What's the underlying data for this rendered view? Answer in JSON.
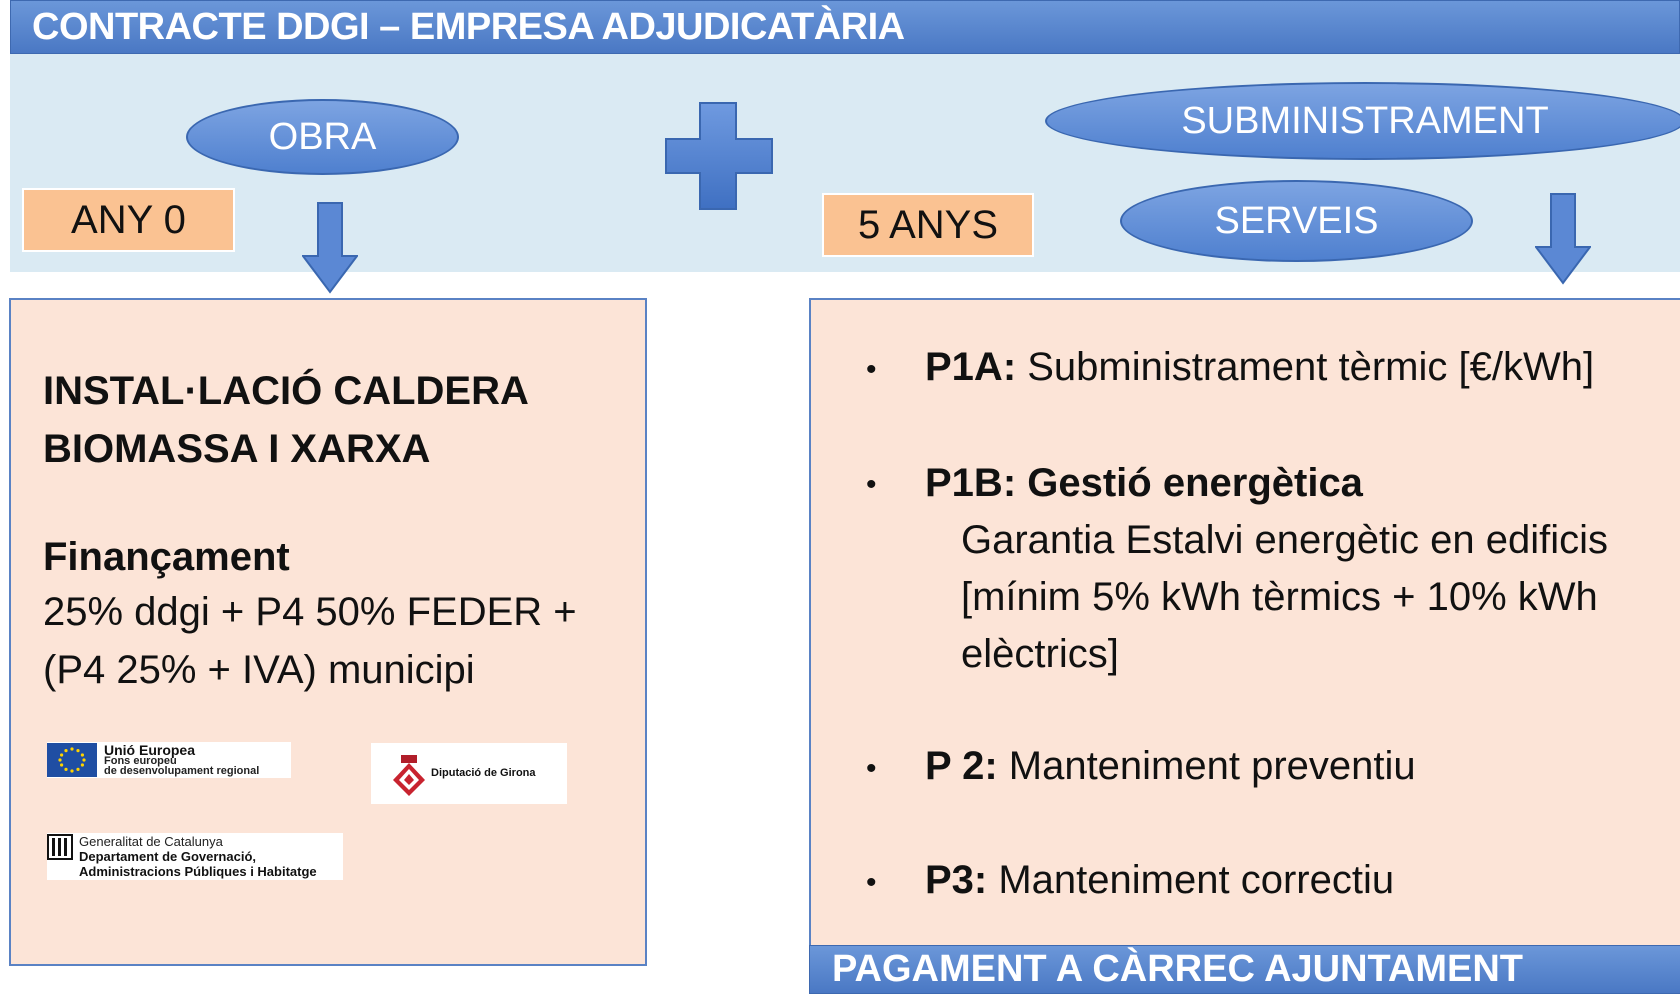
{
  "header": {
    "title": "CONTRACTE DDGI – EMPRESA ADJUDICATÀRIA"
  },
  "top": {
    "obra": "OBRA",
    "subministrament": "SUBMINISTRAMENT",
    "serveis": "SERVEIS",
    "any0": "ANY 0",
    "anys5": "5 ANYS"
  },
  "left_box": {
    "title_line1": "INSTAL·LACIÓ CALDERA",
    "title_line2": "BIOMASSA I XARXA",
    "financing_label": "Finançament",
    "financing_line1": "25% ddgi + P4 50% FEDER +",
    "financing_line2": "(P4 25% + IVA) municipi",
    "logos": {
      "eu_title": "Unió Europea",
      "eu_sub1": "Fons europeu",
      "eu_sub2": "de desenvolupament regional",
      "diputacio": "Diputació de Girona",
      "gen_line1": "Generalitat de Catalunya",
      "gen_line2": "Departament de Governació,",
      "gen_line3": "Administracions Públiques i Habitatge"
    }
  },
  "right_box": {
    "bullet": "•",
    "p1a_code": "P1A:",
    "p1a_text": " Subministrament tèrmic [€/kWh]",
    "p1b_code": "P1B: Gestió energètica",
    "p1b_line1": "Garantia Estalvi energètic en edificis",
    "p1b_line2": "[mínim 5% kWh tèrmics + 10% kWh",
    "p1b_line3": "elèctrics]",
    "p2_code": "P 2:",
    "p2_text": " Manteniment preventiu",
    "p3_code": "P3:",
    "p3_text": " Manteniment correctiu"
  },
  "footer": {
    "pagament": "PAGAMENT A CÀRREC AJUNTAMENT"
  },
  "colors": {
    "banner_blue": "#4a78c4",
    "band_light_blue": "#daeaf3",
    "tag_orange": "#fac292",
    "panel_peach": "#fce4d7"
  }
}
